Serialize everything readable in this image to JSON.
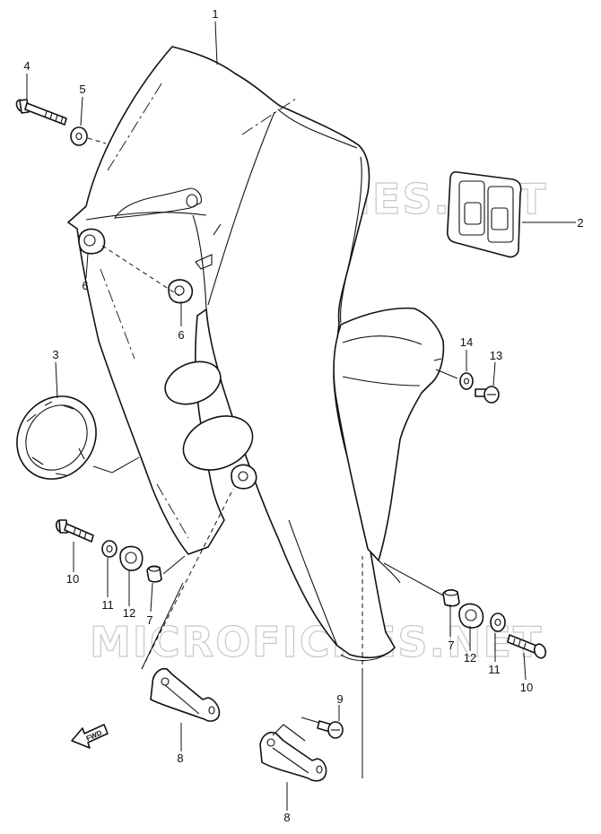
{
  "watermark_text": "MICROFICHES.NET",
  "direction_label": "FWD",
  "callouts": [
    {
      "id": "callout-1",
      "label": "1"
    },
    {
      "id": "callout-2",
      "label": "2"
    },
    {
      "id": "callout-3",
      "label": "3"
    },
    {
      "id": "callout-4",
      "label": "4"
    },
    {
      "id": "callout-5",
      "label": "5"
    },
    {
      "id": "callout-6a",
      "label": "6"
    },
    {
      "id": "callout-6b",
      "label": "6"
    },
    {
      "id": "callout-7a",
      "label": "7"
    },
    {
      "id": "callout-7b",
      "label": "7"
    },
    {
      "id": "callout-8a",
      "label": "8"
    },
    {
      "id": "callout-8b",
      "label": "8"
    },
    {
      "id": "callout-9",
      "label": "9"
    },
    {
      "id": "callout-10a",
      "label": "10"
    },
    {
      "id": "callout-10b",
      "label": "10"
    },
    {
      "id": "callout-11a",
      "label": "11"
    },
    {
      "id": "callout-11b",
      "label": "11"
    },
    {
      "id": "callout-12a",
      "label": "12"
    },
    {
      "id": "callout-12b",
      "label": "12"
    },
    {
      "id": "callout-13",
      "label": "13"
    },
    {
      "id": "callout-14",
      "label": "14"
    }
  ]
}
